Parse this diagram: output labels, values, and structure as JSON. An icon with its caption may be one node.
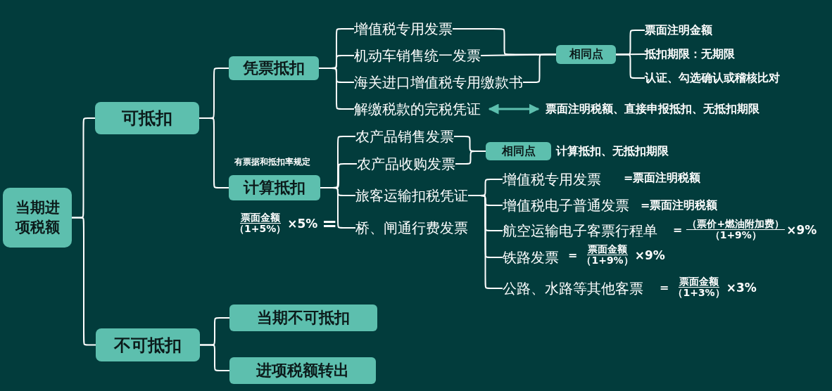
{
  "diagram": {
    "nodes": [
      {
        "text": [
          "当期进项税额"
        ]
      },
      {
        "text": [
          "可抵扣"
        ]
      },
      {
        "text": [
          "凭票抵扣"
        ]
      },
      {
        "text": [
          "增值税专用发票"
        ]
      },
      {
        "text": [
          "机动车销售统一发票"
        ]
      },
      {
        "text": [
          "海关进口增值税专用缴款书"
        ]
      },
      {
        "text": [
          "解缴税款的完税凭证"
        ]
      },
      {
        "text": [
          "相同点"
        ]
      },
      {
        "text": [
          "票面注明金额"
        ]
      },
      {
        "text": [
          "抵扣期限：无期限"
        ]
      },
      {
        "text": [
          "认证、勾选确认或稽核比对"
        ]
      },
      {
        "text": [
          "票面注明税额、直接申报抵扣、无抵扣期限"
        ]
      },
      {
        "text": [
          "计算抵扣"
        ],
        "beside": [
          "有票据和抵扣率规定",
          "票面金额",
          "（1+5%）",
          "×5%",
          "="
        ]
      },
      {
        "text": [
          "农产品销售发票"
        ]
      },
      {
        "text": [
          "农产品收购发票"
        ]
      },
      {
        "text": [
          "相同点"
        ],
        "beside": [
          "计算抵扣、无抵扣期限"
        ]
      },
      {
        "text": [
          "旅客运输扣税凭证"
        ]
      },
      {
        "text": [
          "桥、闸通行费发票"
        ]
      },
      {
        "text": [
          "增值税专用发票"
        ],
        "beside": [
          "=票面注明税额"
        ]
      },
      {
        "text": [
          "增值税电子普通发票"
        ],
        "beside": [
          "=票面注明税额"
        ]
      },
      {
        "text": [
          "航空运输电子客票行程单"
        ],
        "beside": [
          "=",
          "（票价+燃油附加费）",
          "（1+9%）",
          "×9%"
        ]
      },
      {
        "text": [
          "铁路发票"
        ],
        "beside": [
          "=",
          "票面金额",
          "（1+9%）",
          "×9%"
        ]
      },
      {
        "text": [
          "公路、水路等其他客票"
        ],
        "beside": [
          "=",
          "票面金额",
          "（1+3%）",
          "×3%"
        ]
      },
      {
        "text": [
          "不可抵扣"
        ]
      },
      {
        "text": [
          "当期不可抵扣"
        ]
      },
      {
        "text": [
          "进项税额转出"
        ]
      }
    ],
    "edges": [
      {
        "from": 0,
        "to": 1,
        "arrow": "none"
      },
      {
        "from": 0,
        "to": 23,
        "arrow": "none"
      },
      {
        "from": 1,
        "to": 2,
        "arrow": "none"
      },
      {
        "from": 1,
        "to": 12,
        "arrow": "none"
      },
      {
        "from": 2,
        "to": 3,
        "arrow": "none"
      },
      {
        "from": 2,
        "to": 4,
        "arrow": "none"
      },
      {
        "from": 2,
        "to": 5,
        "arrow": "none"
      },
      {
        "from": 2,
        "to": 6,
        "arrow": "none"
      },
      {
        "from": 3,
        "to": 7,
        "arrow": "none"
      },
      {
        "from": 4,
        "to": 7,
        "arrow": "none"
      },
      {
        "from": 5,
        "to": 7,
        "arrow": "none"
      },
      {
        "from": 7,
        "to": 8,
        "arrow": "none"
      },
      {
        "from": 7,
        "to": 9,
        "arrow": "none"
      },
      {
        "from": 7,
        "to": 10,
        "arrow": "none"
      },
      {
        "from": 6,
        "to": 11,
        "arrow": "both",
        "color": "#5dbfae"
      },
      {
        "from": 12,
        "to": 13,
        "arrow": "none"
      },
      {
        "from": 12,
        "to": 14,
        "arrow": "none"
      },
      {
        "from": 12,
        "to": 16,
        "arrow": "none"
      },
      {
        "from": 12,
        "to": 17,
        "arrow": "none"
      },
      {
        "from": 13,
        "to": 15,
        "arrow": "none"
      },
      {
        "from": 14,
        "to": 15,
        "arrow": "none"
      },
      {
        "from": 16,
        "to": 18,
        "arrow": "none"
      },
      {
        "from": 16,
        "to": 19,
        "arrow": "none"
      },
      {
        "from": 16,
        "to": 20,
        "arrow": "none"
      },
      {
        "from": 16,
        "to": 21,
        "arrow": "none"
      },
      {
        "from": 16,
        "to": 22,
        "arrow": "none"
      },
      {
        "from": 23,
        "to": 24,
        "arrow": "none"
      },
      {
        "from": 23,
        "to": 25,
        "arrow": "none"
      }
    ]
  }
}
